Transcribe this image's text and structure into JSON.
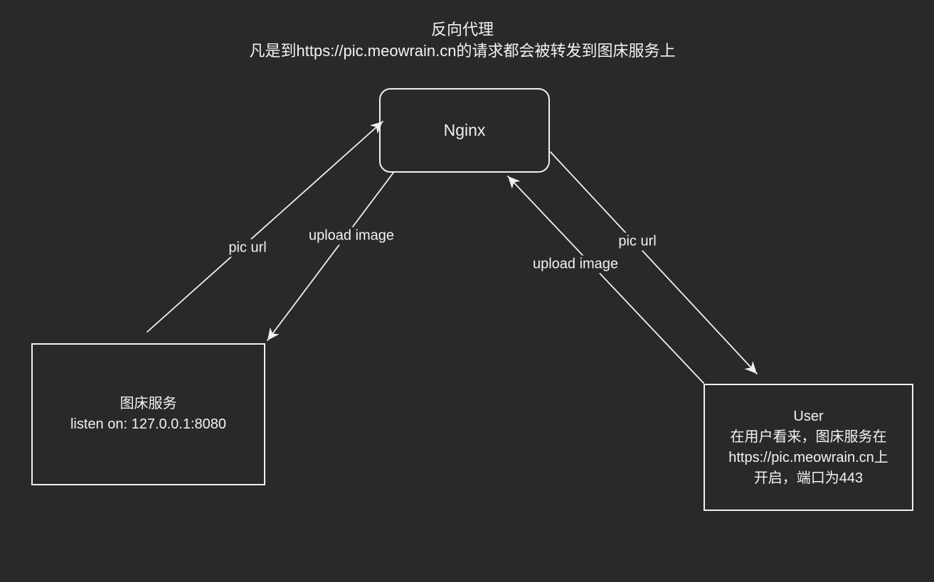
{
  "canvas": {
    "background_color": "#292929",
    "stroke_color": "#f0f0f0",
    "text_color": "#f2f2f2"
  },
  "title": {
    "line1": "反向代理",
    "line2": "凡是到https://pic.meowrain.cn的请求都会被转发到图床服务上"
  },
  "nodes": {
    "nginx": {
      "label": "Nginx"
    },
    "image_service": {
      "title": "图床服务",
      "subtitle": "listen on: 127.0.0.1:8080"
    },
    "user": {
      "title": "User",
      "line2": "在用户看来，图床服务在",
      "line3": "https://pic.meowrain.cn上",
      "line4": "开启，端口为443"
    }
  },
  "edges": {
    "pic_url_left": {
      "label": "pic url"
    },
    "upload_image_left": {
      "label": "upload image"
    },
    "upload_image_right": {
      "label": "upload image"
    },
    "pic_url_right": {
      "label": "pic url"
    }
  }
}
